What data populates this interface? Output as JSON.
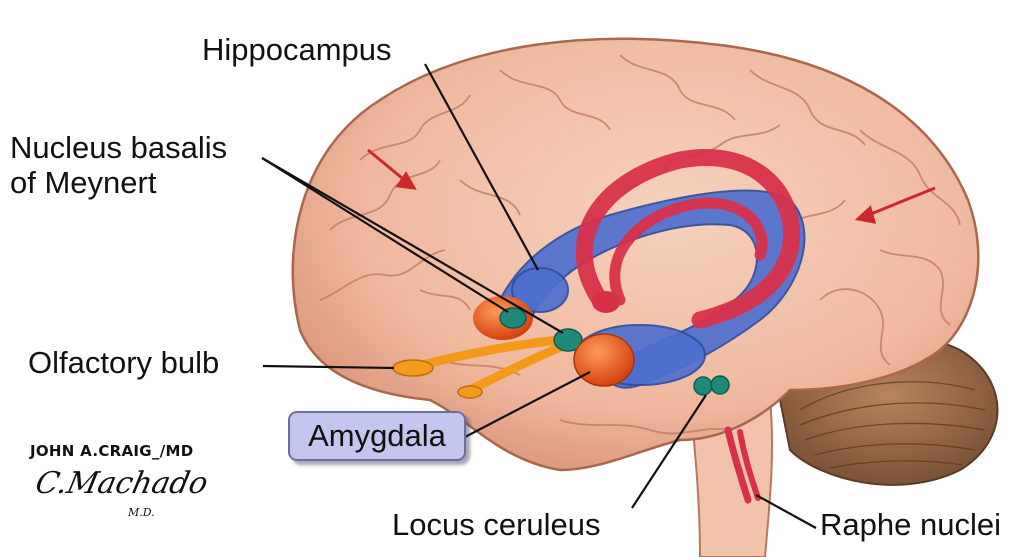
{
  "labels": {
    "hippocampus": "Hippocampus",
    "nucleus_basalis_line1": "Nucleus basalis",
    "nucleus_basalis_line2": "of Meynert",
    "olfactory_bulb": "Olfactory bulb",
    "amygdala": "Amygdala",
    "locus_ceruleus": "Locus ceruleus",
    "raphe_nuclei": "Raphe nuclei"
  },
  "signature": {
    "line1": "JOHN A.CRAIG_/MD",
    "line2": "C.Machado",
    "line3": "M.D."
  },
  "colors": {
    "brain": "#f0bda4",
    "cerebellum": "#9c6f4c",
    "hippocampus": "#4f6fcf",
    "fornix": "#d9304a",
    "nuclei_green": "#1e8a78",
    "amygdala": "#e85a1c",
    "olfactory": "#f39a1a",
    "arrows": "#cc2a2a"
  }
}
